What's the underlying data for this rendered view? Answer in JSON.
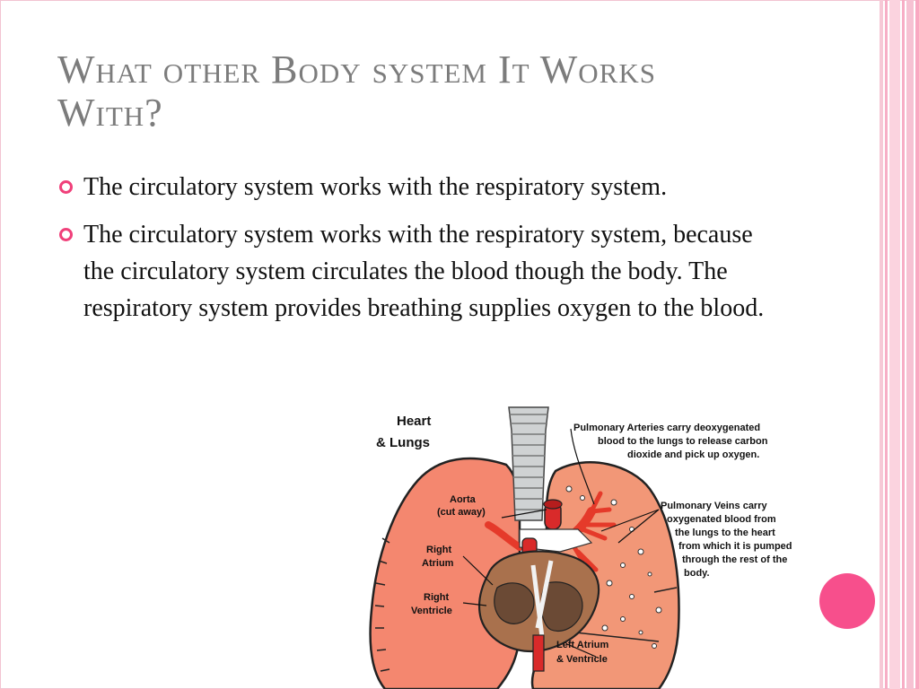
{
  "slide": {
    "title": "What other Body system It Works With?",
    "bullets": [
      {
        "text": "The circulatory system works with the respiratory system."
      },
      {
        "text": "The circulatory system works with the respiratory system, because the circulatory system circulates the blood though the body. The respiratory system provides breathing supplies oxygen to the blood."
      }
    ]
  },
  "diagram": {
    "title_line1": "Heart",
    "title_line2": "& Lungs",
    "labels": {
      "aorta_1": "Aorta",
      "aorta_2": "(cut away)",
      "right_atrium_1": "Right",
      "right_atrium_2": "Atrium",
      "right_ventricle_1": "Right",
      "right_ventricle_2": "Ventricle",
      "left_atrium_1": "Left Atrium",
      "left_atrium_2": "& Ventricle",
      "pa_1": "Pulmonary Arteries carry deoxygenated",
      "pa_2": "blood to the lungs to release carbon",
      "pa_3": "dioxide and pick up oxygen.",
      "pv_1": "Pulmonary Veins carry",
      "pv_2": "oxygenated blood from",
      "pv_3": "the lungs to the heart",
      "pv_4": "from which it is pumped",
      "pv_5": "through the rest of the",
      "pv_6": "body."
    }
  },
  "colors": {
    "title": "#7c7c7c",
    "bullet_marker": "#f0407a",
    "accent_dot": "#f74f8c",
    "lung": "#f4876f",
    "heart": "#a9714d",
    "artery": "#e53a2a"
  }
}
